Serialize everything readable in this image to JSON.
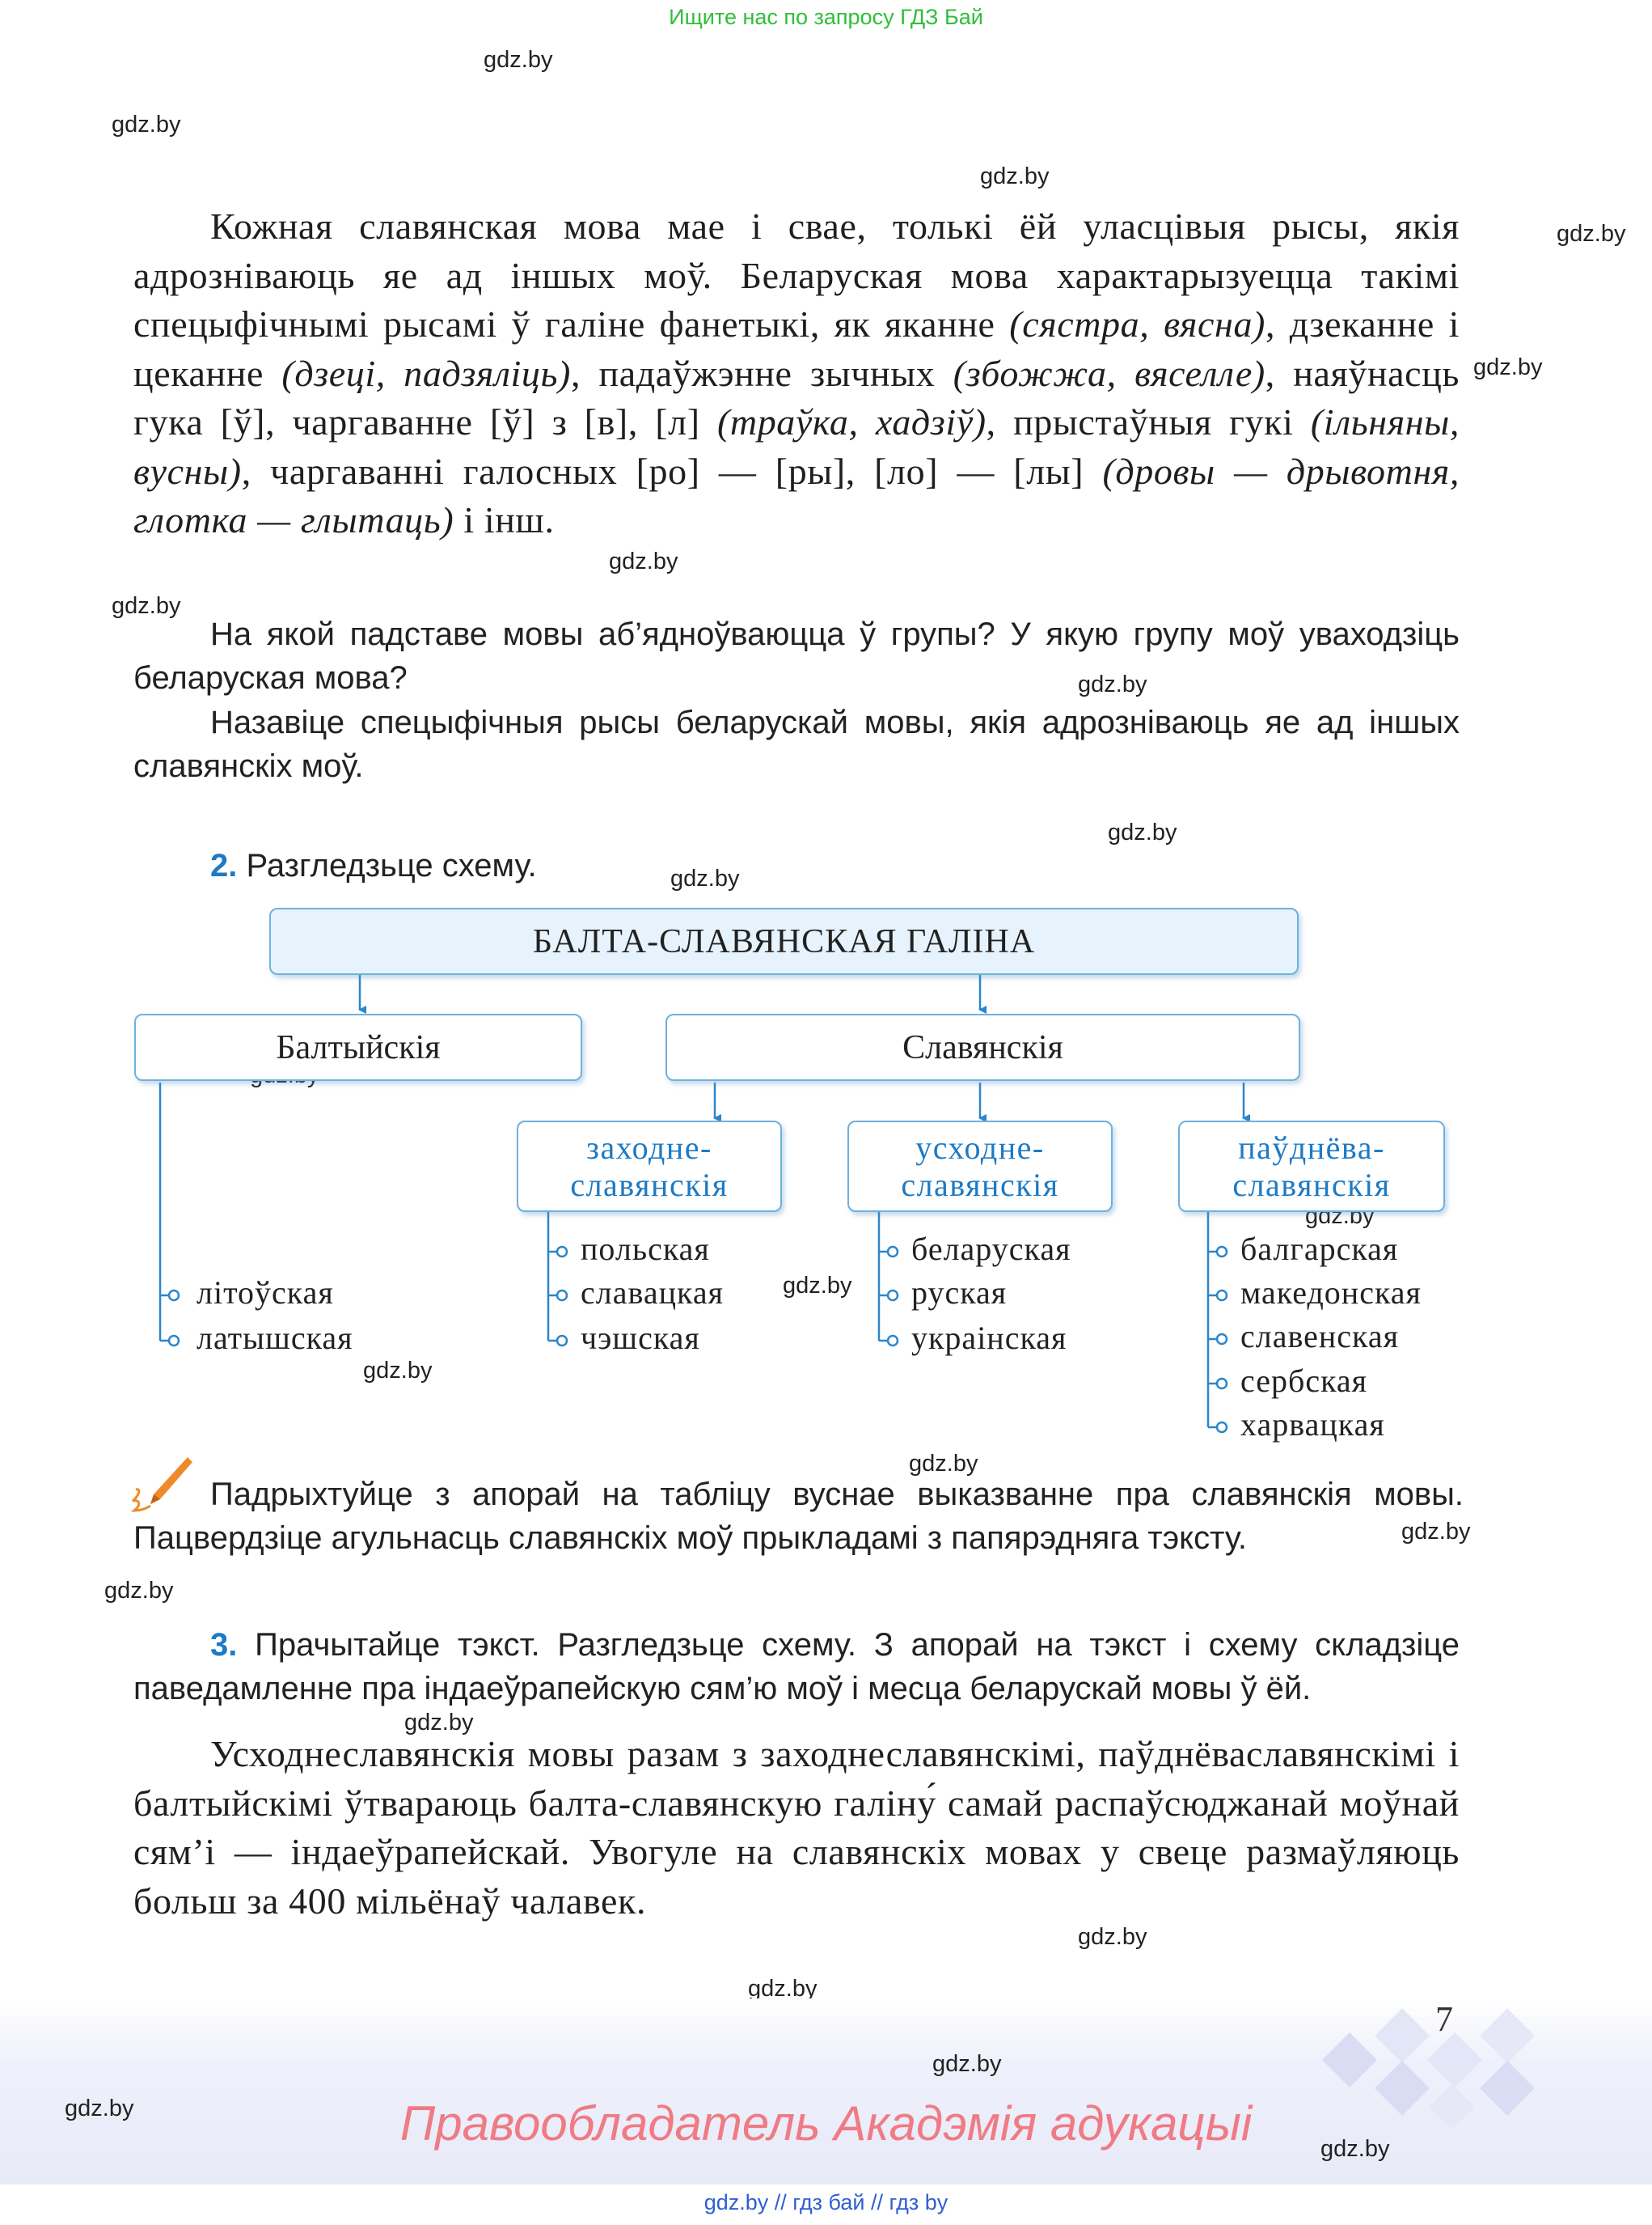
{
  "header_note": "Ищите нас по запросу ГДЗ Бай",
  "watermark": "gdz.by",
  "paragraph1": {
    "p1": "Кожная славянская мова мае і свае, толькі ёй уласцівыя рысы, якія адрозніваюць яе ад іншых моў. Беларуская мова характарызуецца такімі спецыфічнымі рысамі ў галіне фанетыкі, як яканне ",
    "e1": "(сястра, вясна)",
    "p2": ", дзеканне і цеканне ",
    "e2": "(дзеці, падзяліць)",
    "p3": ", падаўжэнне зычных ",
    "e3": "(збожжа, вяселле)",
    "p4": ", наяўнасць гука [ў], чаргаванне [ў] з [в], [л] ",
    "e4": "(траўка, хадзіў)",
    "p5": ", прыстаўныя гукі ",
    "e5": "(ільняны, вусны)",
    "p6": ", чаргаванні галосных [ро] — [ры], [ло] — [лы] ",
    "e6": "(дровы — дрывотня, глотка — глытаць)",
    "p7": " і інш."
  },
  "question1": "На якой падставе мовы аб’ядноўваюцца ў групы? У якую групу моў уваходзіць беларуская мова?",
  "question2": "Назавіце спецыфічныя рысы беларускай мовы, якія адрозніваюць яе ад іншых славянскіх моў.",
  "task2": {
    "num": "2.",
    "text": " Разгледзьце схему."
  },
  "scheme": {
    "root": "БАЛТА-СЛАВЯНСКАЯ ГАЛІНА",
    "baltic": "Балтыйскія",
    "slavic": "Славянскія",
    "west": {
      "line1": "заходне-",
      "line2": "славянскія"
    },
    "east": {
      "line1": "усходне-",
      "line2": "славянскія"
    },
    "south": {
      "line1": "паўднёва-",
      "line2": "славянскія"
    },
    "baltic_langs": [
      "літоўская",
      "латышская"
    ],
    "west_langs": [
      "польская",
      "славацкая",
      "чэшская"
    ],
    "east_langs": [
      "беларуская",
      "руская",
      "украінская"
    ],
    "south_langs": [
      "балгарская",
      "македонская",
      "славенская",
      "сербская",
      "харвацкая"
    ]
  },
  "writing_task": "Падрыхтуйце з апорай на табліцу вуснае выказванне пра славянскія мовы. Пацвердзіце агульнасць славянскіх моў прыкладамі з папярэдняга тэксту.",
  "task3": {
    "num": "3.",
    "text": " Прачытайце тэкст. Разгледзьце схему. З апорай на тэкст і схему складзіце паведамленне пра індаеўрапейскую сям’ю моў і месца беларускай мовы ў ёй."
  },
  "paragraph2": "Усходнеславянскія мовы разам з заходнеславянскімі, паўднёваславянскімі і балтыйскімі ўтвараюць балта-славянскую галіну́ самай распаўсюджанай моўнай сям’і — індаеўрапейскай. Увогуле на славянскіх мовах у свеце размаўляюць больш за 400 мільёнаў чалавек.",
  "page_number": "7",
  "rights": "Правообладатель Акадэмія адукацыі",
  "bottom_links": "gdz.by  //  гдз бай  //  гдз by",
  "colors": {
    "accent_blue": "#1d7ac4",
    "box_border": "#6fb1de",
    "rights_pink": "#ef7b84",
    "note_green": "#2fbf3a"
  }
}
